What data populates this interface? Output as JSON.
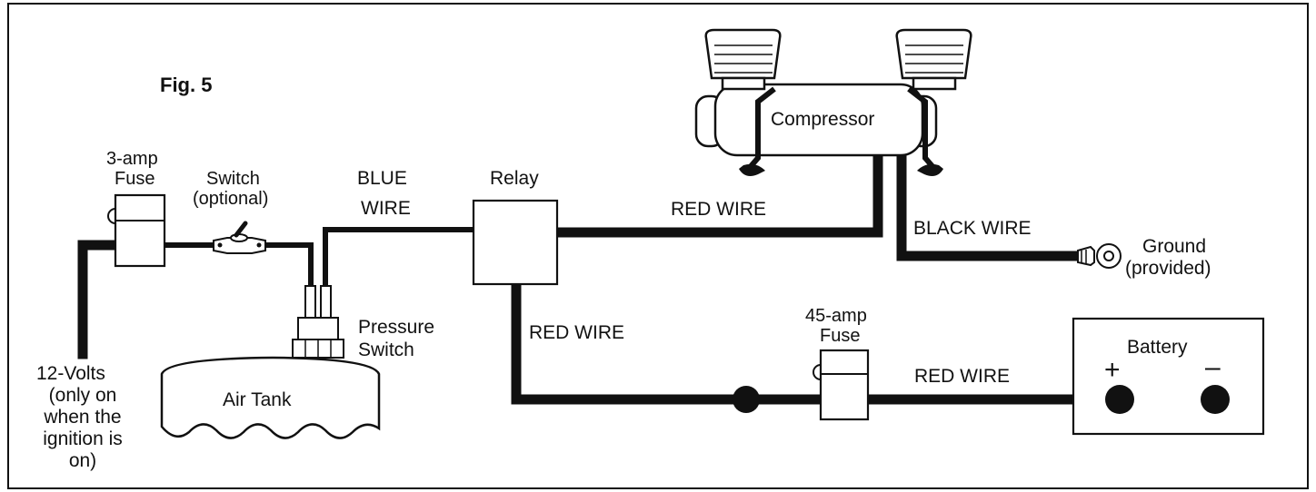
{
  "figure_label": "Fig. 5",
  "components": {
    "compressor": "Compressor",
    "relay": "Relay",
    "fuse_3amp": [
      "3-amp",
      "Fuse"
    ],
    "fuse_45amp": [
      "45-amp",
      "Fuse"
    ],
    "switch": [
      "Switch",
      "(optional)"
    ],
    "pressure_switch": [
      "Pressure",
      "Switch"
    ],
    "air_tank": "Air Tank",
    "battery": "Battery",
    "battery_plus": "+",
    "battery_minus": "–",
    "ground": [
      "Ground",
      "(provided)"
    ],
    "power_source": [
      "12-Volts",
      "(only on",
      "when the",
      "ignition is",
      "on)"
    ]
  },
  "wires": {
    "blue": [
      "BLUE",
      "WIRE"
    ],
    "red_relay_compressor": "RED WIRE",
    "black": "BLACK WIRE",
    "red_relay_fuse": "RED WIRE",
    "red_fuse_battery": "RED WIRE"
  }
}
